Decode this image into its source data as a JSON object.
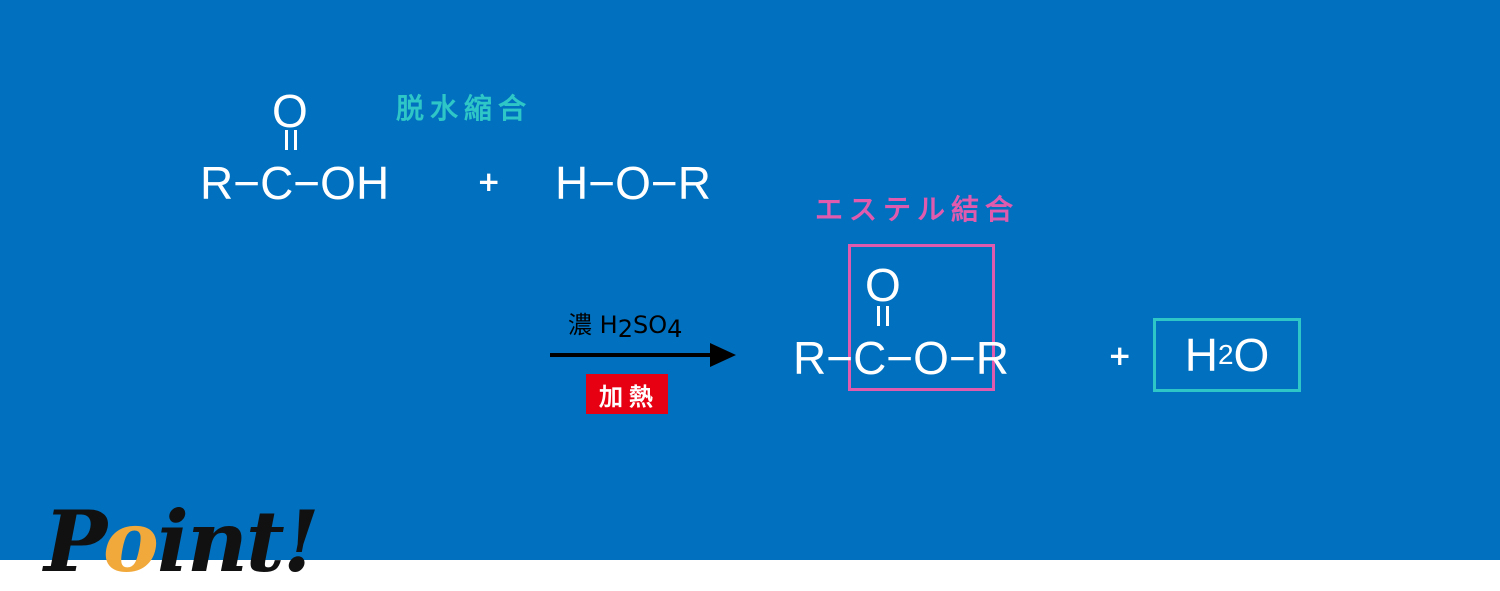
{
  "reactant_acid": {
    "top_atom": "O",
    "chain": "R−C−OH"
  },
  "reactant_alcohol": {
    "chain": "H−O−R"
  },
  "plus": "+",
  "dehydration_label": "脱水縮合",
  "ester_bond_label": "エステル結合",
  "reagent": {
    "name": "濃",
    "formula_main": "H",
    "formula_sub1": "2",
    "formula_mid": "SO",
    "formula_sub2": "4"
  },
  "heat_label": "加熱",
  "product_ester": {
    "top_atom": "O",
    "chain": "R−C−O−R"
  },
  "product_water": {
    "h": "H",
    "sub": "2",
    "o": "O"
  },
  "point_logo": {
    "p": "P",
    "o": "o",
    "rest": "int!"
  },
  "colors": {
    "background": "#0070BF",
    "ester_highlight": "#E05BAE",
    "dehydration_highlight": "#2EC6C6",
    "heat_badge": "#E60012",
    "logo_accent": "#F2A93B"
  }
}
